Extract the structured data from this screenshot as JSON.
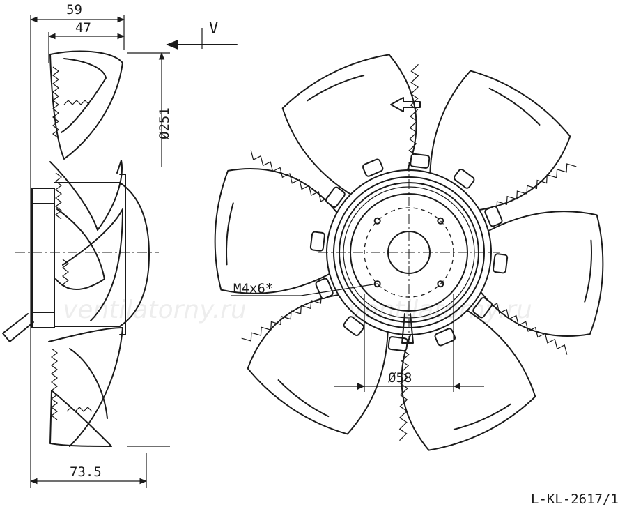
{
  "dimensions": {
    "overall_depth": "59",
    "blade_depth": "47",
    "diameter": "Ø251",
    "hub_depth": "73.5",
    "bolt_circle": "Ø58",
    "thread": "M4x6*"
  },
  "airflow_label": "V",
  "watermark": "ventilatorny.ru",
  "drawing_code": "L-KL-2617/1",
  "front_view": {
    "blade_count": 6,
    "bolt_count": 4
  }
}
